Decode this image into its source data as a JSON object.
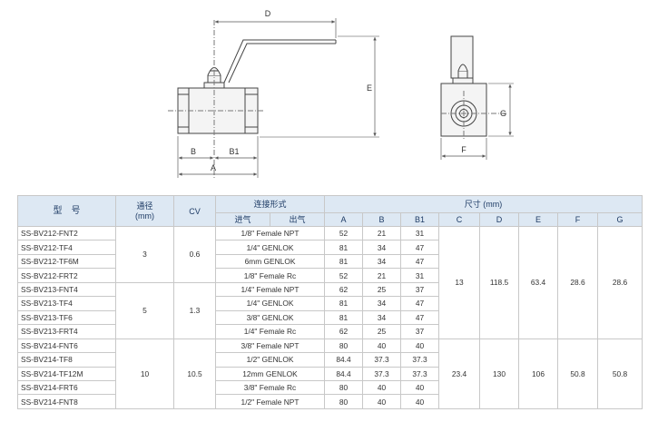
{
  "drawing": {
    "dim_labels": {
      "D": "D",
      "E": "E",
      "B": "B",
      "B1": "B1",
      "A": "A",
      "G": "G",
      "F": "F"
    }
  },
  "table": {
    "headers": {
      "model": "型　号",
      "diameter": "通径\n(mm)",
      "cv": "CV",
      "connection": "连接形式",
      "inlet": "进气",
      "outlet": "出气",
      "size": "尺寸 (mm)",
      "A": "A",
      "B": "B",
      "B1": "B1",
      "C": "C",
      "D": "D",
      "E": "E",
      "F": "F",
      "G": "G"
    },
    "groups": [
      {
        "diameter": "3",
        "cv": "0.6",
        "rows": [
          {
            "model": "SS-BV212-FNT2",
            "conn": "1/8\" Female NPT",
            "A": "52",
            "B": "21",
            "B1": "31"
          },
          {
            "model": "SS-BV212-TF4",
            "conn": "1/4\" GENLOK",
            "A": "81",
            "B": "34",
            "B1": "47"
          },
          {
            "model": "SS-BV212-TF6M",
            "conn": "6mm GENLOK",
            "A": "81",
            "B": "34",
            "B1": "47"
          },
          {
            "model": "SS-BV212-FRT2",
            "conn": "1/8\" Female Rc",
            "A": "52",
            "B": "21",
            "B1": "31"
          }
        ]
      },
      {
        "diameter": "5",
        "cv": "1.3",
        "rows": [
          {
            "model": "SS-BV213-FNT4",
            "conn": "1/4\" Female NPT",
            "A": "62",
            "B": "25",
            "B1": "37"
          },
          {
            "model": "SS-BV213-TF4",
            "conn": "1/4\" GENLOK",
            "A": "81",
            "B": "34",
            "B1": "47"
          },
          {
            "model": "SS-BV213-TF6",
            "conn": "3/8\" GENLOK",
            "A": "81",
            "B": "34",
            "B1": "47"
          },
          {
            "model": "SS-BV213-FRT4",
            "conn": "1/4\" Female Rc",
            "A": "62",
            "B": "25",
            "B1": "37"
          }
        ]
      },
      {
        "diameter": "10",
        "cv": "10.5",
        "rows": [
          {
            "model": "SS-BV214-FNT6",
            "conn": "3/8\" Female NPT",
            "A": "80",
            "B": "40",
            "B1": "40"
          },
          {
            "model": "SS-BV214-TF8",
            "conn": "1/2\" GENLOK",
            "A": "84.4",
            "B": "37.3",
            "B1": "37.3"
          },
          {
            "model": "SS-BV214-TF12M",
            "conn": "12mm GENLOK",
            "A": "84.4",
            "B": "37.3",
            "B1": "37.3"
          },
          {
            "model": "SS-BV214-FRT6",
            "conn": "3/8\" Female Rc",
            "A": "80",
            "B": "40",
            "B1": "40"
          },
          {
            "model": "SS-BV214-FNT8",
            "conn": "1/2\" Female NPT",
            "A": "80",
            "B": "40",
            "B1": "40"
          }
        ]
      }
    ],
    "dims_block1": {
      "C": "13",
      "D": "118.5",
      "E": "63.4",
      "F": "28.6",
      "G": "28.6"
    },
    "dims_block2": {
      "C": "23.4",
      "D": "130",
      "E": "106",
      "F": "50.8",
      "G": "50.8"
    }
  }
}
